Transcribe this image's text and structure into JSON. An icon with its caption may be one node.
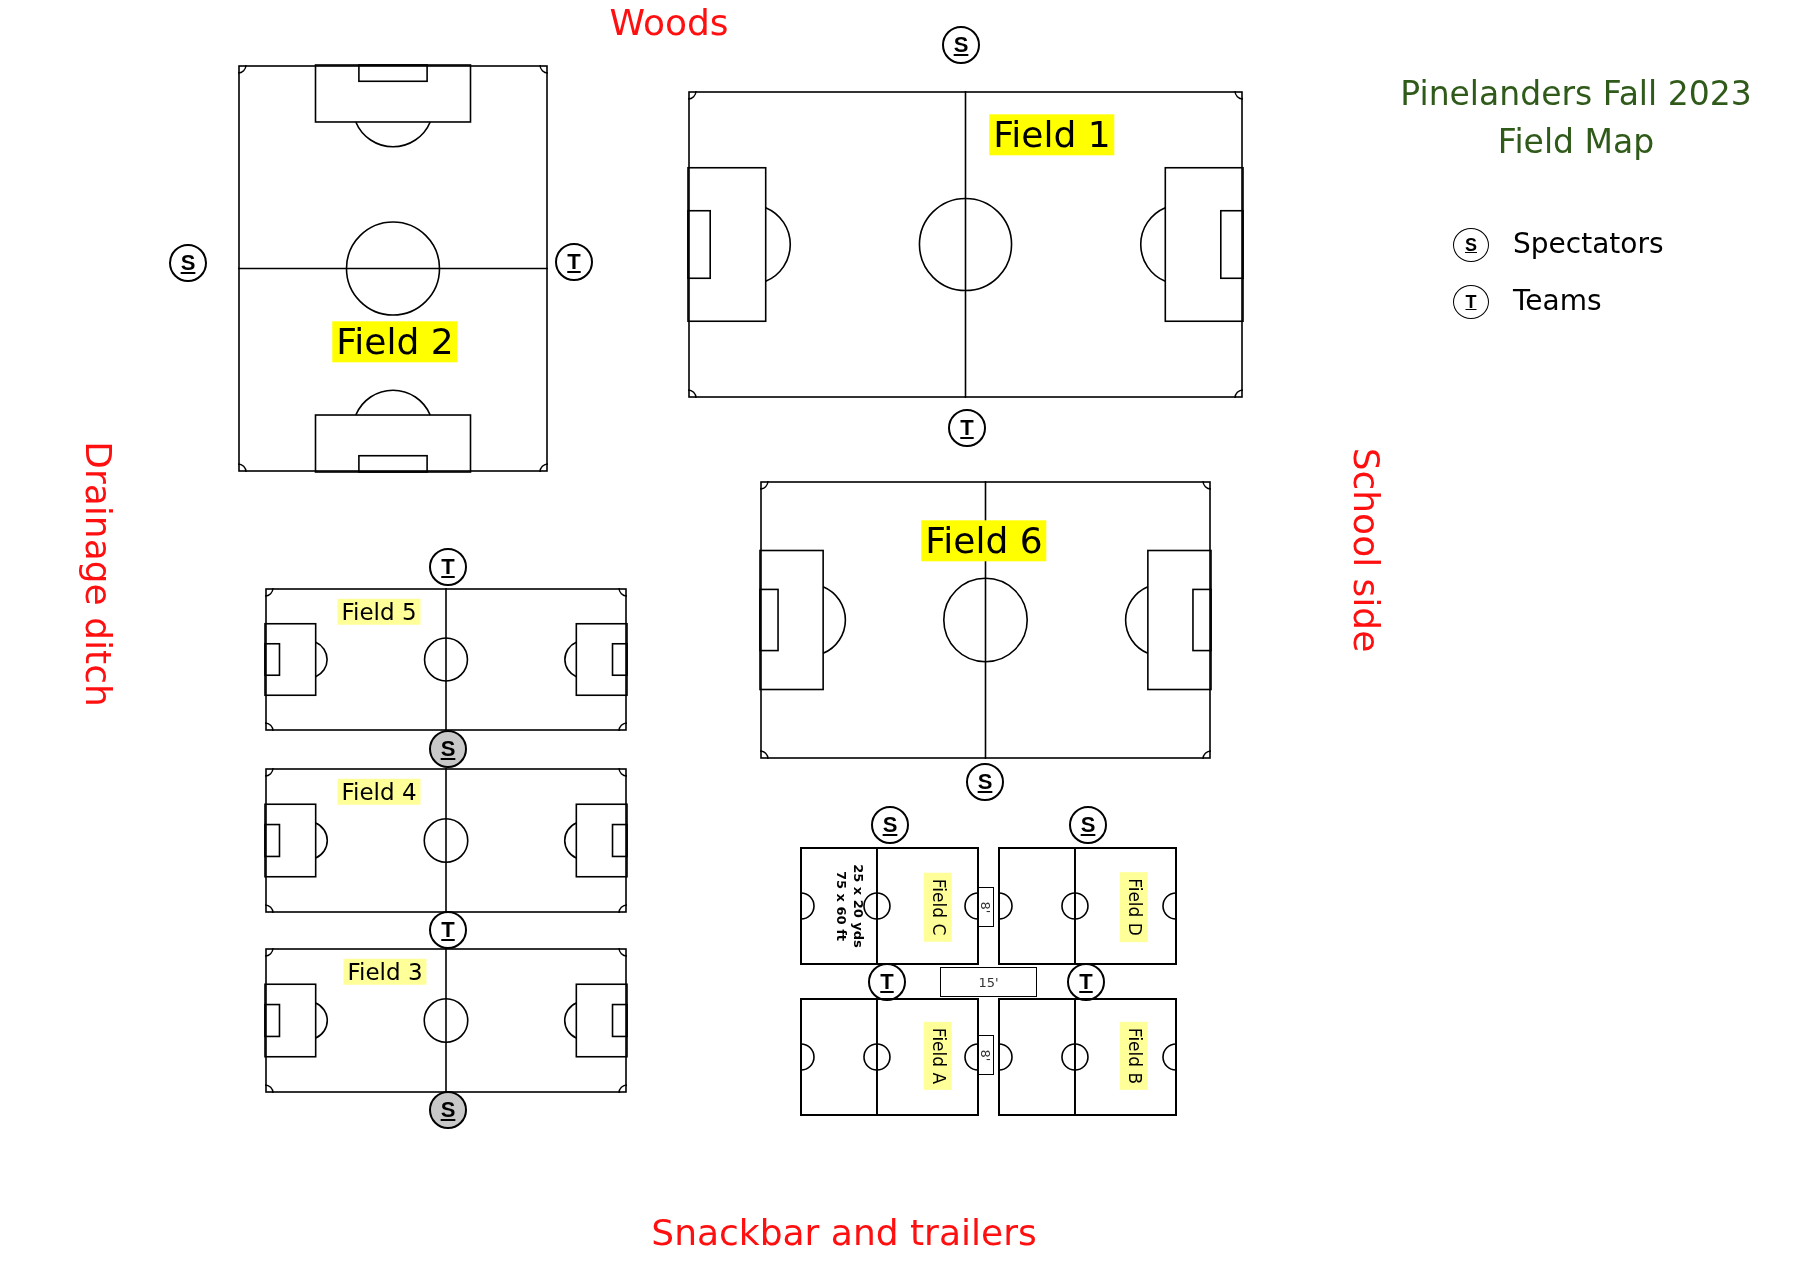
{
  "diagram": {
    "title": "Pinelanders Fall 2023 Field Map",
    "nodes": [
      {
        "text": [
          "S"
        ]
      },
      {
        "text": [
          "Field 2"
        ]
      },
      {
        "text": [
          "Field 1"
        ]
      },
      {
        "text": [
          "S"
        ]
      },
      {
        "text": [
          "T"
        ]
      },
      {
        "text": [
          "T"
        ]
      },
      {
        "text": [
          "Field 6"
        ]
      },
      {
        "text": [
          "T"
        ]
      },
      {
        "text": [
          "Field 5"
        ]
      },
      {
        "text": [
          "S"
        ]
      },
      {
        "text": [
          "Field 4"
        ]
      },
      {
        "text": [
          "S"
        ]
      },
      {
        "text": [
          "S"
        ]
      },
      {
        "text": [
          "S"
        ]
      },
      {
        "text": [
          "Field C"
        ]
      },
      {
        "text": [
          "Field D"
        ]
      },
      {
        "text": [
          "T"
        ]
      },
      {
        "text": [
          "Field 3"
        ]
      },
      {
        "text": [
          "T"
        ]
      },
      {
        "text": [
          "T"
        ]
      },
      {
        "text": [
          "Field A"
        ]
      },
      {
        "text": [
          "Field B"
        ]
      },
      {
        "text": [
          "S"
        ]
      }
    ],
    "labels": [
      "Woods",
      "S",
      "T",
      "Drainage ditch",
      "School side",
      "25 x 20 yds",
      "75 x 60 ft",
      "8'",
      "15'",
      "8'",
      "Snackbar and trailers"
    ],
    "legend": [
      {
        "text": "Spectators"
      },
      {
        "text": "Teams"
      }
    ]
  }
}
